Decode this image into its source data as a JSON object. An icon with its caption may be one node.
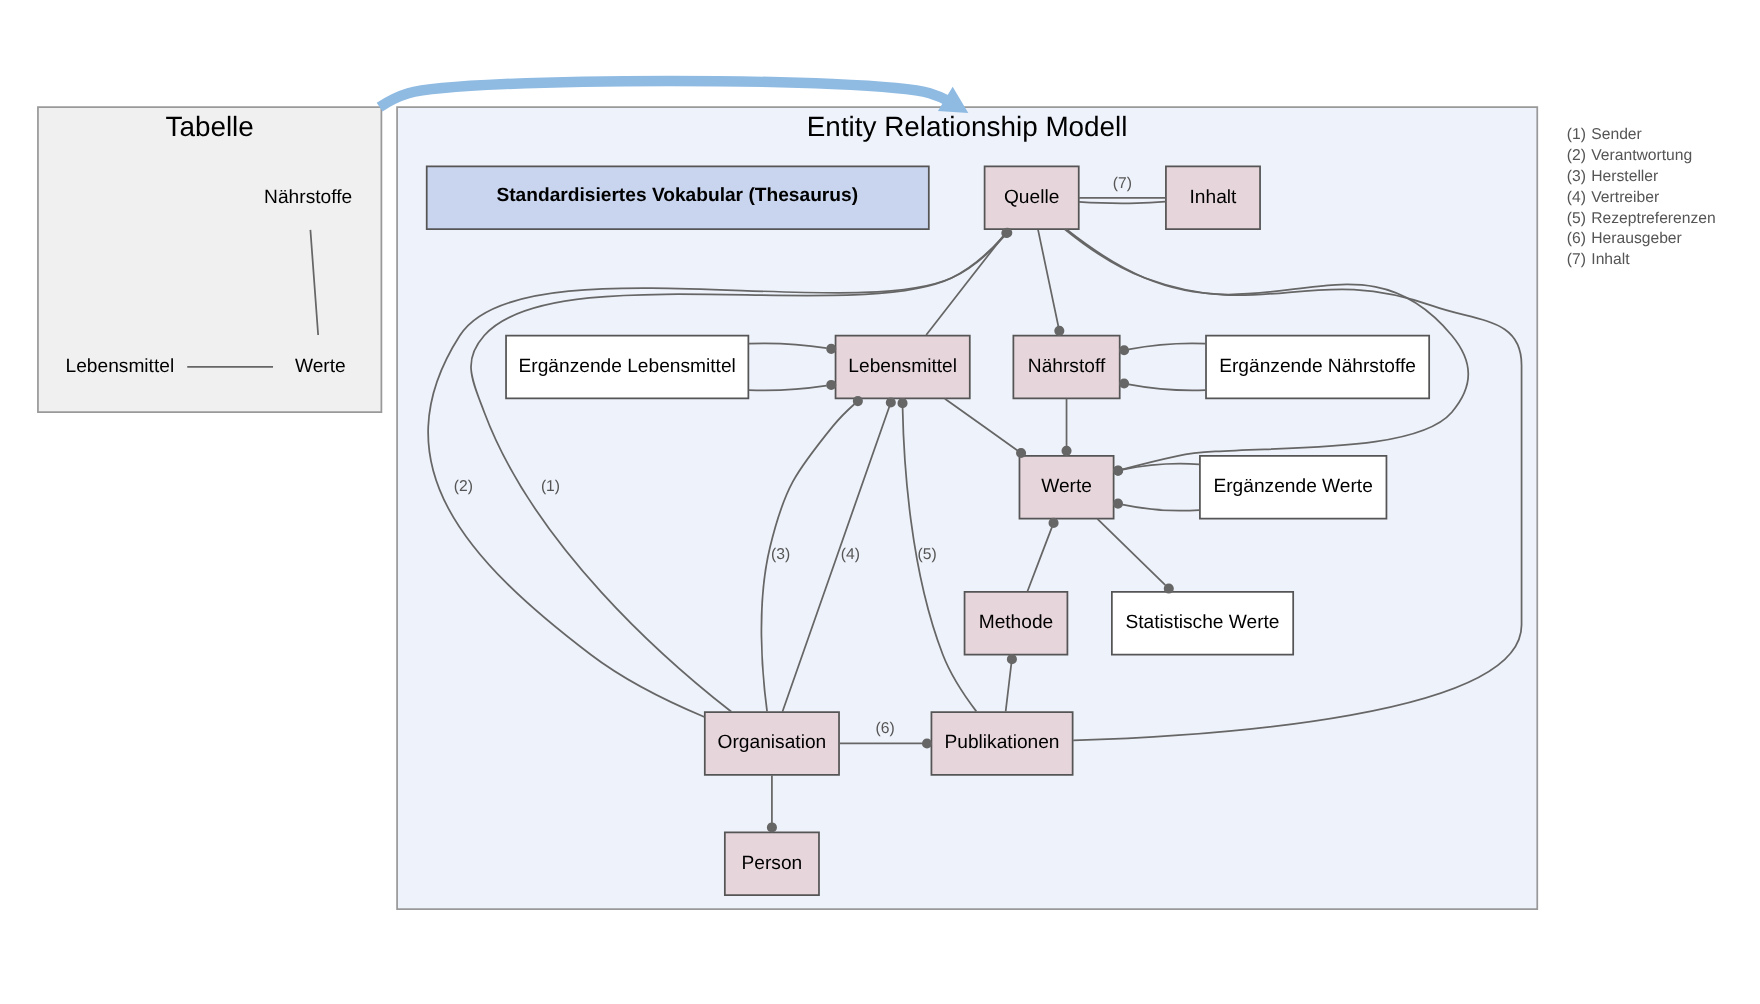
{
  "diagram": {
    "nodes": [
      {
        "text": [
          "Tabelle"
        ]
      },
      {
        "text": [
          "Nährstoffe"
        ],
        "in": 0
      },
      {
        "text": [
          "Lebensmittel"
        ],
        "in": 0
      },
      {
        "text": [
          "Werte"
        ],
        "in": 0
      },
      {
        "text": [
          "Entity Relationship Modell"
        ]
      },
      {
        "text": [
          "Quelle"
        ],
        "in": 4
      },
      {
        "text": [
          "Inhalt"
        ],
        "in": 4
      },
      {
        "text": [
          "Ergänzende Lebensmittel"
        ],
        "in": 4
      },
      {
        "text": [
          "Lebensmittel"
        ],
        "in": 4
      },
      {
        "text": [
          "Nährstoff"
        ],
        "in": 4
      },
      {
        "text": [
          "Ergänzende Nährstoffe"
        ],
        "in": 4
      },
      {
        "text": [
          "Werte"
        ],
        "in": 4
      },
      {
        "text": [
          "Ergänzende Werte"
        ],
        "in": 4
      },
      {
        "text": [
          "Statistische Werte"
        ],
        "in": 4
      },
      {
        "text": [
          "Methode"
        ],
        "in": 4
      },
      {
        "text": [
          "Publikationen"
        ],
        "in": 4
      },
      {
        "text": [
          "Organisation"
        ],
        "in": 4
      },
      {
        "text": [
          "Person"
        ],
        "in": 4
      },
      {
        "text": [
          "Standardisiertes Vokabular (Thesaurus)"
        ],
        "in": 4
      }
    ],
    "edges": [
      {
        "from": 1,
        "to": 3,
        "arrow": "none"
      },
      {
        "from": 2,
        "to": 3,
        "arrow": "none"
      },
      {
        "from": 0,
        "to": 4,
        "arrow": "to",
        "style": "thick",
        "color": "#8fbbe3"
      },
      {
        "from": 5,
        "to": 16,
        "arrow": "other",
        "label": "(1)"
      },
      {
        "from": 5,
        "to": 16,
        "arrow": "other",
        "label": "(2)"
      },
      {
        "from": 8,
        "to": 16,
        "arrow": "other",
        "label": "(3)"
      },
      {
        "from": 8,
        "to": 16,
        "arrow": "other",
        "label": "(4)"
      },
      {
        "from": 5,
        "to": 15,
        "arrow": "none"
      },
      {
        "from": 8,
        "to": 15,
        "arrow": "other",
        "label": "(5)"
      },
      {
        "from": 16,
        "to": 15,
        "arrow": "other",
        "label": "(6)"
      },
      {
        "from": 5,
        "to": 6,
        "arrow": "none",
        "label": "(7)"
      },
      {
        "from": 5,
        "to": 6,
        "arrow": "none"
      },
      {
        "from": 5,
        "to": 8,
        "arrow": "none"
      },
      {
        "from": 5,
        "to": 9,
        "arrow": "other"
      },
      {
        "from": 5,
        "to": 11,
        "arrow": "other"
      },
      {
        "from": 7,
        "to": 8,
        "arrow": "other"
      },
      {
        "from": 7,
        "to": 8,
        "arrow": "other"
      },
      {
        "from": 9,
        "to": 10,
        "arrow": "other"
      },
      {
        "from": 9,
        "to": 10,
        "arrow": "other"
      },
      {
        "from": 8,
        "to": 11,
        "arrow": "other"
      },
      {
        "from": 9,
        "to": 11,
        "arrow": "other"
      },
      {
        "from": 11,
        "to": 12,
        "arrow": "other"
      },
      {
        "from": 11,
        "to": 12,
        "arrow": "other"
      },
      {
        "from": 11,
        "to": 13,
        "arrow": "other"
      },
      {
        "from": 11,
        "to": 14,
        "arrow": "other"
      },
      {
        "from": 14,
        "to": 15,
        "arrow": "other"
      },
      {
        "from": 16,
        "to": 17,
        "arrow": "other"
      }
    ],
    "labels": [
      "(1)",
      "Sender",
      "(2)",
      "Verantwortung",
      "(3)",
      "Hersteller",
      "(4)",
      "Vertreiber",
      "(5)",
      "Rezeptreferenzen",
      "(6)",
      "Herausgeber",
      "(7)",
      "Inhalt"
    ]
  }
}
